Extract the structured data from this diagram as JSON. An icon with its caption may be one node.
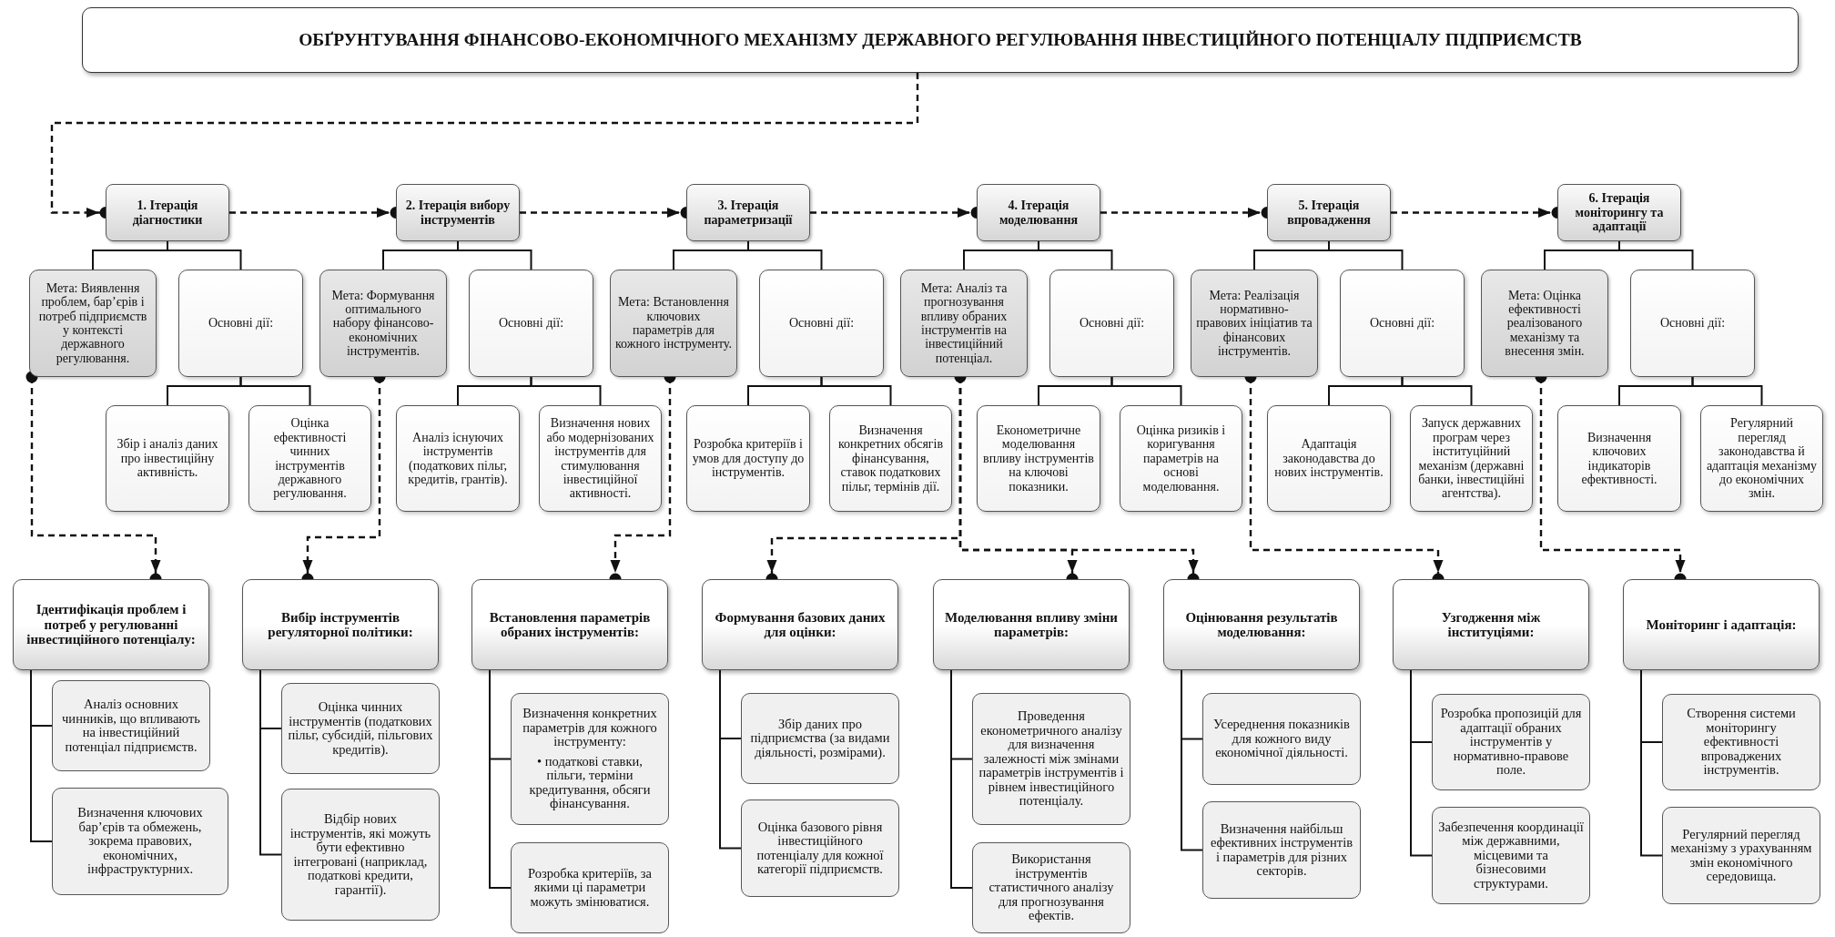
{
  "diagram": {
    "nodes": [
      {
        "text": [
          "ОБҐРУНТУВАННЯ ФІНАНСОВО-ЕКОНОМІЧНОГО МЕХАНІЗМУ ДЕРЖАВНОГО РЕГУЛЮВАННЯ ІНВЕСТИЦІЙНОГО ПОТЕНЦІАЛУ ПІДПРИЄМСТВ"
        ]
      },
      {
        "text": [
          "1. Ітерація діагностики"
        ]
      },
      {
        "text": [
          "Мета: Виявлення проблем, бар’єрів і потреб підприємств у контексті державного регулювання."
        ]
      },
      {
        "text": [
          "Основні дії:"
        ]
      },
      {
        "text": [
          "Збір і аналіз даних про інвестиційну активність."
        ]
      },
      {
        "text": [
          "Оцінка ефективності чинних інструментів державного регулювання."
        ]
      },
      {
        "text": [
          "2. Ітерація вибору інструментів"
        ]
      },
      {
        "text": [
          "Мета: Формування оптимального набору фінансово-економічних інструментів."
        ]
      },
      {
        "text": [
          "Основні дії:"
        ]
      },
      {
        "text": [
          "Аналіз існуючих інструментів (податкових пільг, кредитів, грантів)."
        ]
      },
      {
        "text": [
          "Визначення нових або модернізованих інструментів для стимулювання інвестиційної активності."
        ]
      },
      {
        "text": [
          "3. Ітерація параметризації"
        ]
      },
      {
        "text": [
          "Мета: Встановлення ключових параметрів для кожного інструменту."
        ]
      },
      {
        "text": [
          "Основні дії:"
        ]
      },
      {
        "text": [
          "Розробка критеріїв і умов для доступу до інструментів."
        ]
      },
      {
        "text": [
          "Визначення конкретних обсягів фінансування, ставок податкових пільг, термінів дії."
        ]
      },
      {
        "text": [
          "4. Ітерація моделювання"
        ]
      },
      {
        "text": [
          "Мета: Аналіз та прогнозування впливу обраних інструментів на інвестиційний потенціал."
        ]
      },
      {
        "text": [
          "Основні дії:"
        ]
      },
      {
        "text": [
          "Економетричне моделювання впливу інструментів на ключові показники."
        ]
      },
      {
        "text": [
          "Оцінка ризиків і коригування параметрів на основі моделювання."
        ]
      },
      {
        "text": [
          "5. Ітерація впровадження"
        ]
      },
      {
        "text": [
          "Мета: Реалізація нормативно-правових ініціатив та фінансових інструментів."
        ]
      },
      {
        "text": [
          "Основні дії:"
        ]
      },
      {
        "text": [
          "Адаптація законодавства до нових інструментів."
        ]
      },
      {
        "text": [
          "Запуск державних програм через інституційний механізм (державні банки, інвестиційні агентства)."
        ]
      },
      {
        "text": [
          "6. Ітерація моніторингу та адаптації"
        ]
      },
      {
        "text": [
          "Мета: Оцінка ефективності реалізованого механізму та внесення змін."
        ]
      },
      {
        "text": [
          "Основні дії:"
        ]
      },
      {
        "text": [
          "Визначення ключових індикаторів ефективності."
        ]
      },
      {
        "text": [
          "Регулярний перегляд законодавства й адаптація механізму до економічних змін."
        ]
      },
      {
        "text": [
          "Ідентифікація проблем і потреб у регулюванні інвестиційного потенціалу:"
        ]
      },
      {
        "text": [
          "Аналіз основних чинників, що впливають на інвестиційний потенціал підприємств."
        ]
      },
      {
        "text": [
          "Визначення ключових бар’єрів та обмежень, зокрема правових, економічних, інфраструктурних."
        ]
      },
      {
        "text": [
          "Вибір інструментів регуляторної політики:"
        ]
      },
      {
        "text": [
          "Оцінка чинних інструментів (податкових пільг, субсидій, пільгових кредитів)."
        ]
      },
      {
        "text": [
          "Відбір нових інструментів, які можуть бути ефективно інтегровані (наприклад, податкові кредити, гарантії)."
        ]
      },
      {
        "text": [
          "Встановлення параметрів обраних інструментів:"
        ]
      },
      {
        "text": [
          "Визначення конкретних параметрів для кожного інструменту:",
          "• податкові ставки, пільги, терміни кредитування, обсяги фінансування."
        ]
      },
      {
        "text": [
          "Розробка критеріїв, за якими ці параметри можуть змінюватися."
        ]
      },
      {
        "text": [
          "Формування базових даних для оцінки:"
        ]
      },
      {
        "text": [
          "Збір даних про підприємства (за видами діяльності, розмірами)."
        ]
      },
      {
        "text": [
          "Оцінка базового рівня інвестиційного потенціалу для кожної категорії підприємств."
        ]
      },
      {
        "text": [
          "Моделювання впливу зміни параметрів:"
        ]
      },
      {
        "text": [
          "Проведення економетричного аналізу для визначення залежності між змінами параметрів інструментів і рівнем інвестиційного потенціалу."
        ]
      },
      {
        "text": [
          "Використання інструментів статистичного аналізу для прогнозування ефектів."
        ]
      },
      {
        "text": [
          "Оцінювання результатів моделювання:"
        ]
      },
      {
        "text": [
          "Усереднення показників для кожного виду економічної діяльності."
        ]
      },
      {
        "text": [
          "Визначення найбільш ефективних інструментів і параметрів для різних секторів."
        ]
      },
      {
        "text": [
          "Узгодження між інституціями:"
        ]
      },
      {
        "text": [
          "Розробка пропозицій для адаптації обраних інструментів у нормативно-правове поле."
        ]
      },
      {
        "text": [
          "Забезпечення координації між державними, місцевими та бізнесовими структурами."
        ]
      },
      {
        "text": [
          "Моніторинг і адаптація:"
        ]
      },
      {
        "text": [
          "Створення системи моніторингу ефективності впроваджених інструментів."
        ]
      },
      {
        "text": [
          "Регулярний перегляд механізму з урахуванням змін економічного середовища."
        ]
      }
    ],
    "edges": [
      {
        "from": 0,
        "to": 1,
        "arrow": "to",
        "style": "dashed"
      },
      {
        "from": 1,
        "to": 6,
        "arrow": "to",
        "style": "dashed"
      },
      {
        "from": 6,
        "to": 11,
        "arrow": "to",
        "style": "dashed"
      },
      {
        "from": 11,
        "to": 16,
        "arrow": "to",
        "style": "dashed"
      },
      {
        "from": 16,
        "to": 21,
        "arrow": "to",
        "style": "dashed"
      },
      {
        "from": 21,
        "to": 26,
        "arrow": "to",
        "style": "dashed"
      },
      {
        "from": 1,
        "to": 2,
        "arrow": "none"
      },
      {
        "from": 1,
        "to": 3,
        "arrow": "none"
      },
      {
        "from": 3,
        "to": 4,
        "arrow": "none"
      },
      {
        "from": 3,
        "to": 5,
        "arrow": "none"
      },
      {
        "from": 6,
        "to": 7,
        "arrow": "none"
      },
      {
        "from": 6,
        "to": 8,
        "arrow": "none"
      },
      {
        "from": 8,
        "to": 9,
        "arrow": "none"
      },
      {
        "from": 8,
        "to": 10,
        "arrow": "none"
      },
      {
        "from": 11,
        "to": 12,
        "arrow": "none"
      },
      {
        "from": 11,
        "to": 13,
        "arrow": "none"
      },
      {
        "from": 13,
        "to": 14,
        "arrow": "none"
      },
      {
        "from": 13,
        "to": 15,
        "arrow": "none"
      },
      {
        "from": 16,
        "to": 17,
        "arrow": "none"
      },
      {
        "from": 16,
        "to": 18,
        "arrow": "none"
      },
      {
        "from": 18,
        "to": 19,
        "arrow": "none"
      },
      {
        "from": 18,
        "to": 20,
        "arrow": "none"
      },
      {
        "from": 21,
        "to": 22,
        "arrow": "none"
      },
      {
        "from": 21,
        "to": 23,
        "arrow": "none"
      },
      {
        "from": 23,
        "to": 24,
        "arrow": "none"
      },
      {
        "from": 23,
        "to": 25,
        "arrow": "none"
      },
      {
        "from": 26,
        "to": 27,
        "arrow": "none"
      },
      {
        "from": 26,
        "to": 28,
        "arrow": "none"
      },
      {
        "from": 28,
        "to": 29,
        "arrow": "none"
      },
      {
        "from": 28,
        "to": 30,
        "arrow": "none"
      },
      {
        "from": 2,
        "to": 31,
        "arrow": "to",
        "style": "dashed"
      },
      {
        "from": 7,
        "to": 34,
        "arrow": "to",
        "style": "dashed"
      },
      {
        "from": 12,
        "to": 37,
        "arrow": "to",
        "style": "dashed"
      },
      {
        "from": 17,
        "to": 40,
        "arrow": "to",
        "style": "dashed"
      },
      {
        "from": 17,
        "to": 43,
        "arrow": "to",
        "style": "dashed"
      },
      {
        "from": 17,
        "to": 46,
        "arrow": "to",
        "style": "dashed"
      },
      {
        "from": 22,
        "to": 49,
        "arrow": "to",
        "style": "dashed"
      },
      {
        "from": 27,
        "to": 52,
        "arrow": "to",
        "style": "dashed"
      },
      {
        "from": 31,
        "to": 32,
        "arrow": "none"
      },
      {
        "from": 31,
        "to": 33,
        "arrow": "none"
      },
      {
        "from": 34,
        "to": 35,
        "arrow": "none"
      },
      {
        "from": 34,
        "to": 36,
        "arrow": "none"
      },
      {
        "from": 37,
        "to": 38,
        "arrow": "none"
      },
      {
        "from": 37,
        "to": 39,
        "arrow": "none"
      },
      {
        "from": 40,
        "to": 41,
        "arrow": "none"
      },
      {
        "from": 40,
        "to": 42,
        "arrow": "none"
      },
      {
        "from": 43,
        "to": 44,
        "arrow": "none"
      },
      {
        "from": 43,
        "to": 45,
        "arrow": "none"
      },
      {
        "from": 46,
        "to": 47,
        "arrow": "none"
      },
      {
        "from": 46,
        "to": 48,
        "arrow": "none"
      },
      {
        "from": 49,
        "to": 50,
        "arrow": "none"
      },
      {
        "from": 49,
        "to": 51,
        "arrow": "none"
      },
      {
        "from": 52,
        "to": 53,
        "arrow": "none"
      },
      {
        "from": 52,
        "to": 54,
        "arrow": "none"
      }
    ]
  }
}
